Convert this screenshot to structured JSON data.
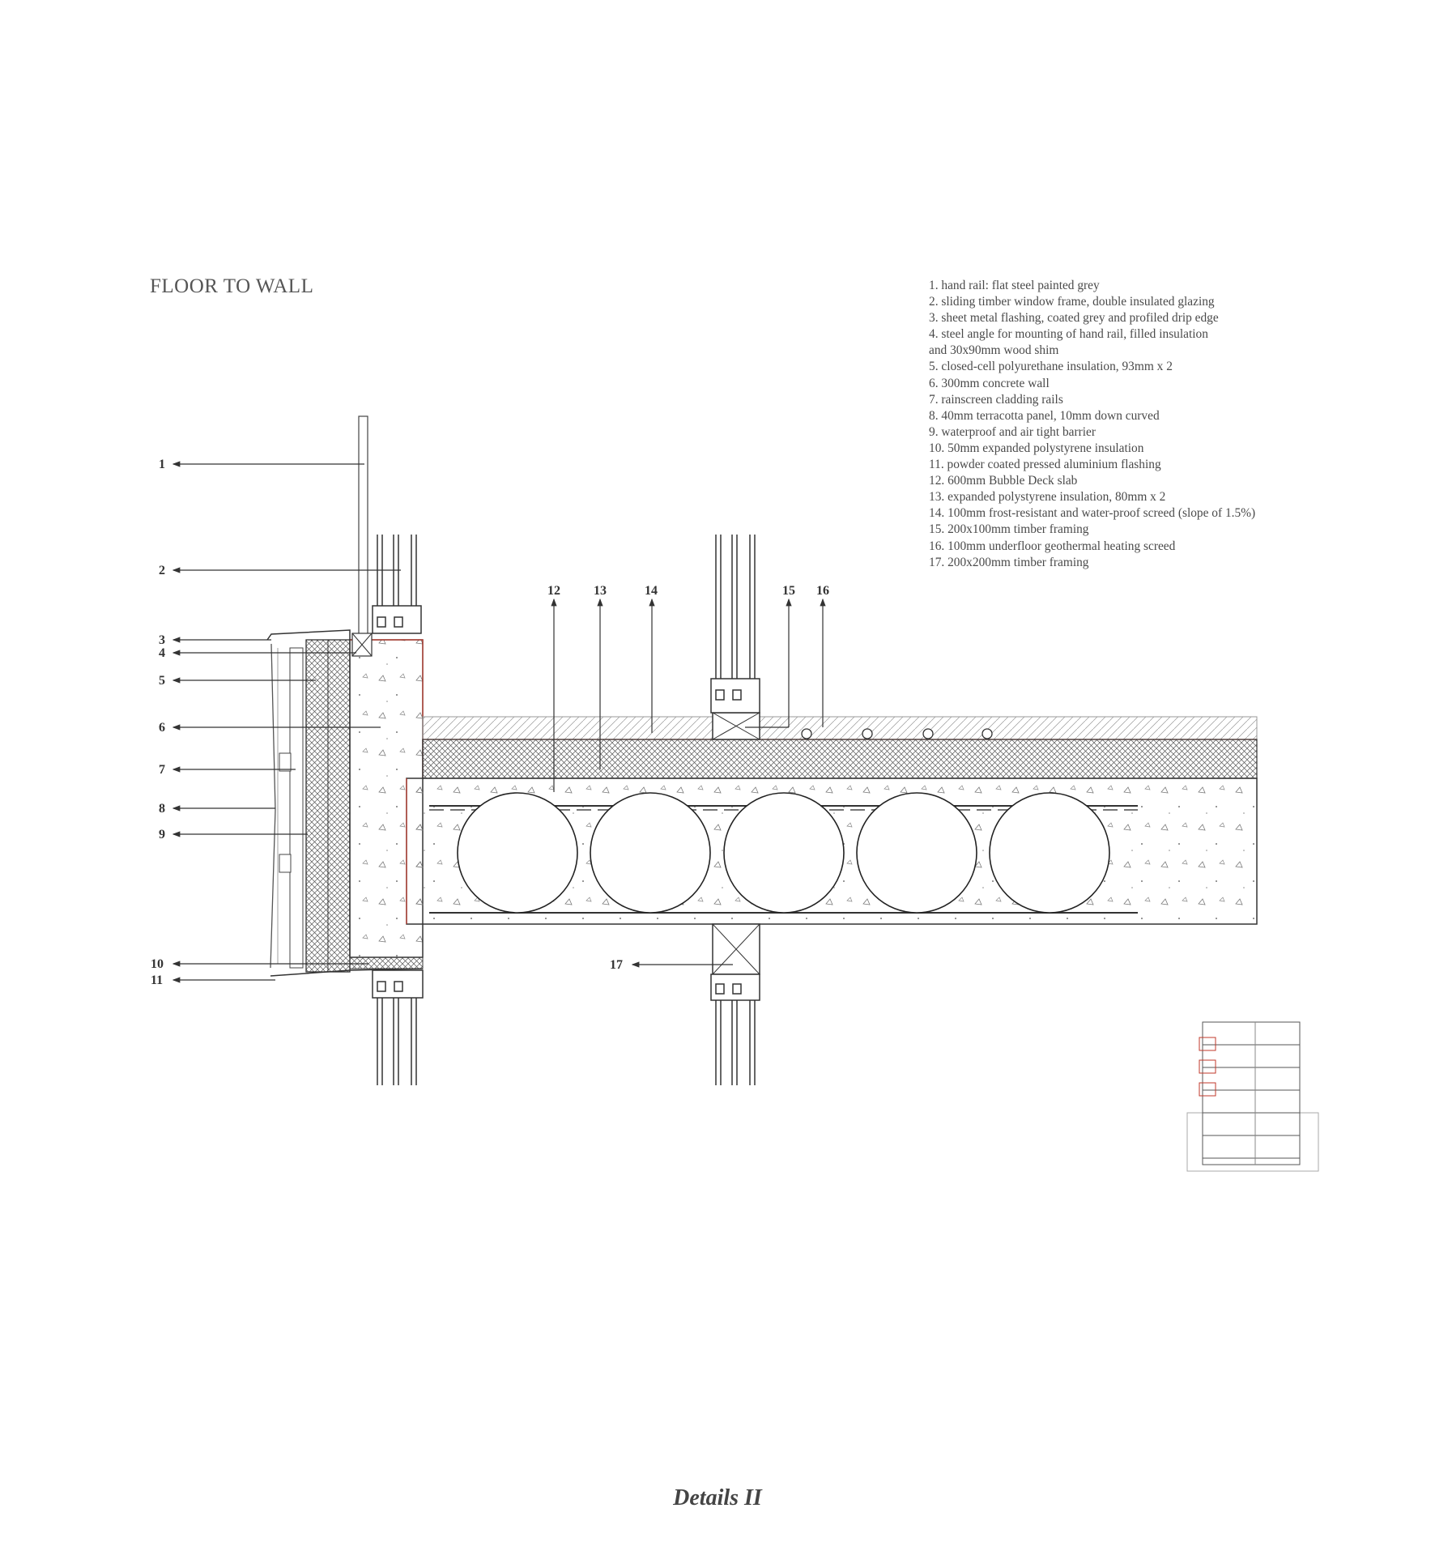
{
  "title": "FLOOR TO WALL",
  "footer": "Details II",
  "legend": [
    "1. hand rail: flat steel painted grey",
    "2. sliding timber window frame, double insulated glazing",
    "3. sheet metal flashing, coated grey and profiled drip edge",
    "4. steel angle for mounting of hand rail, filled insulation",
    "and 30x90mm wood shim",
    "5. closed-cell polyurethane insulation, 93mm x 2",
    "6. 300mm concrete wall",
    "7. rainscreen cladding rails",
    "8. 40mm terracotta panel, 10mm down curved",
    "9. waterproof and air tight barrier",
    "10. 50mm expanded polystyrene insulation",
    "11. powder coated pressed aluminium flashing",
    "12. 600mm Bubble Deck slab",
    "13. expanded polystyrene insulation, 80mm x 2",
    "14. 100mm frost-resistant and water-proof screed (slope of 1.5%)",
    "15. 200x100mm timber framing",
    "16. 100mm underfloor geothermal heating screed",
    "17. 200x200mm timber framing"
  ],
  "callouts": {
    "c1": "1",
    "c2": "2",
    "c3": "3",
    "c4": "4",
    "c5": "5",
    "c6": "6",
    "c7": "7",
    "c8": "8",
    "c9": "9",
    "c10": "10",
    "c11": "11",
    "c12": "12",
    "c13": "13",
    "c14": "14",
    "c15": "15",
    "c16": "16",
    "c17": "17"
  },
  "colors": {
    "line": "#333333",
    "membrane": "#c0392b",
    "hatch": "#555555"
  }
}
